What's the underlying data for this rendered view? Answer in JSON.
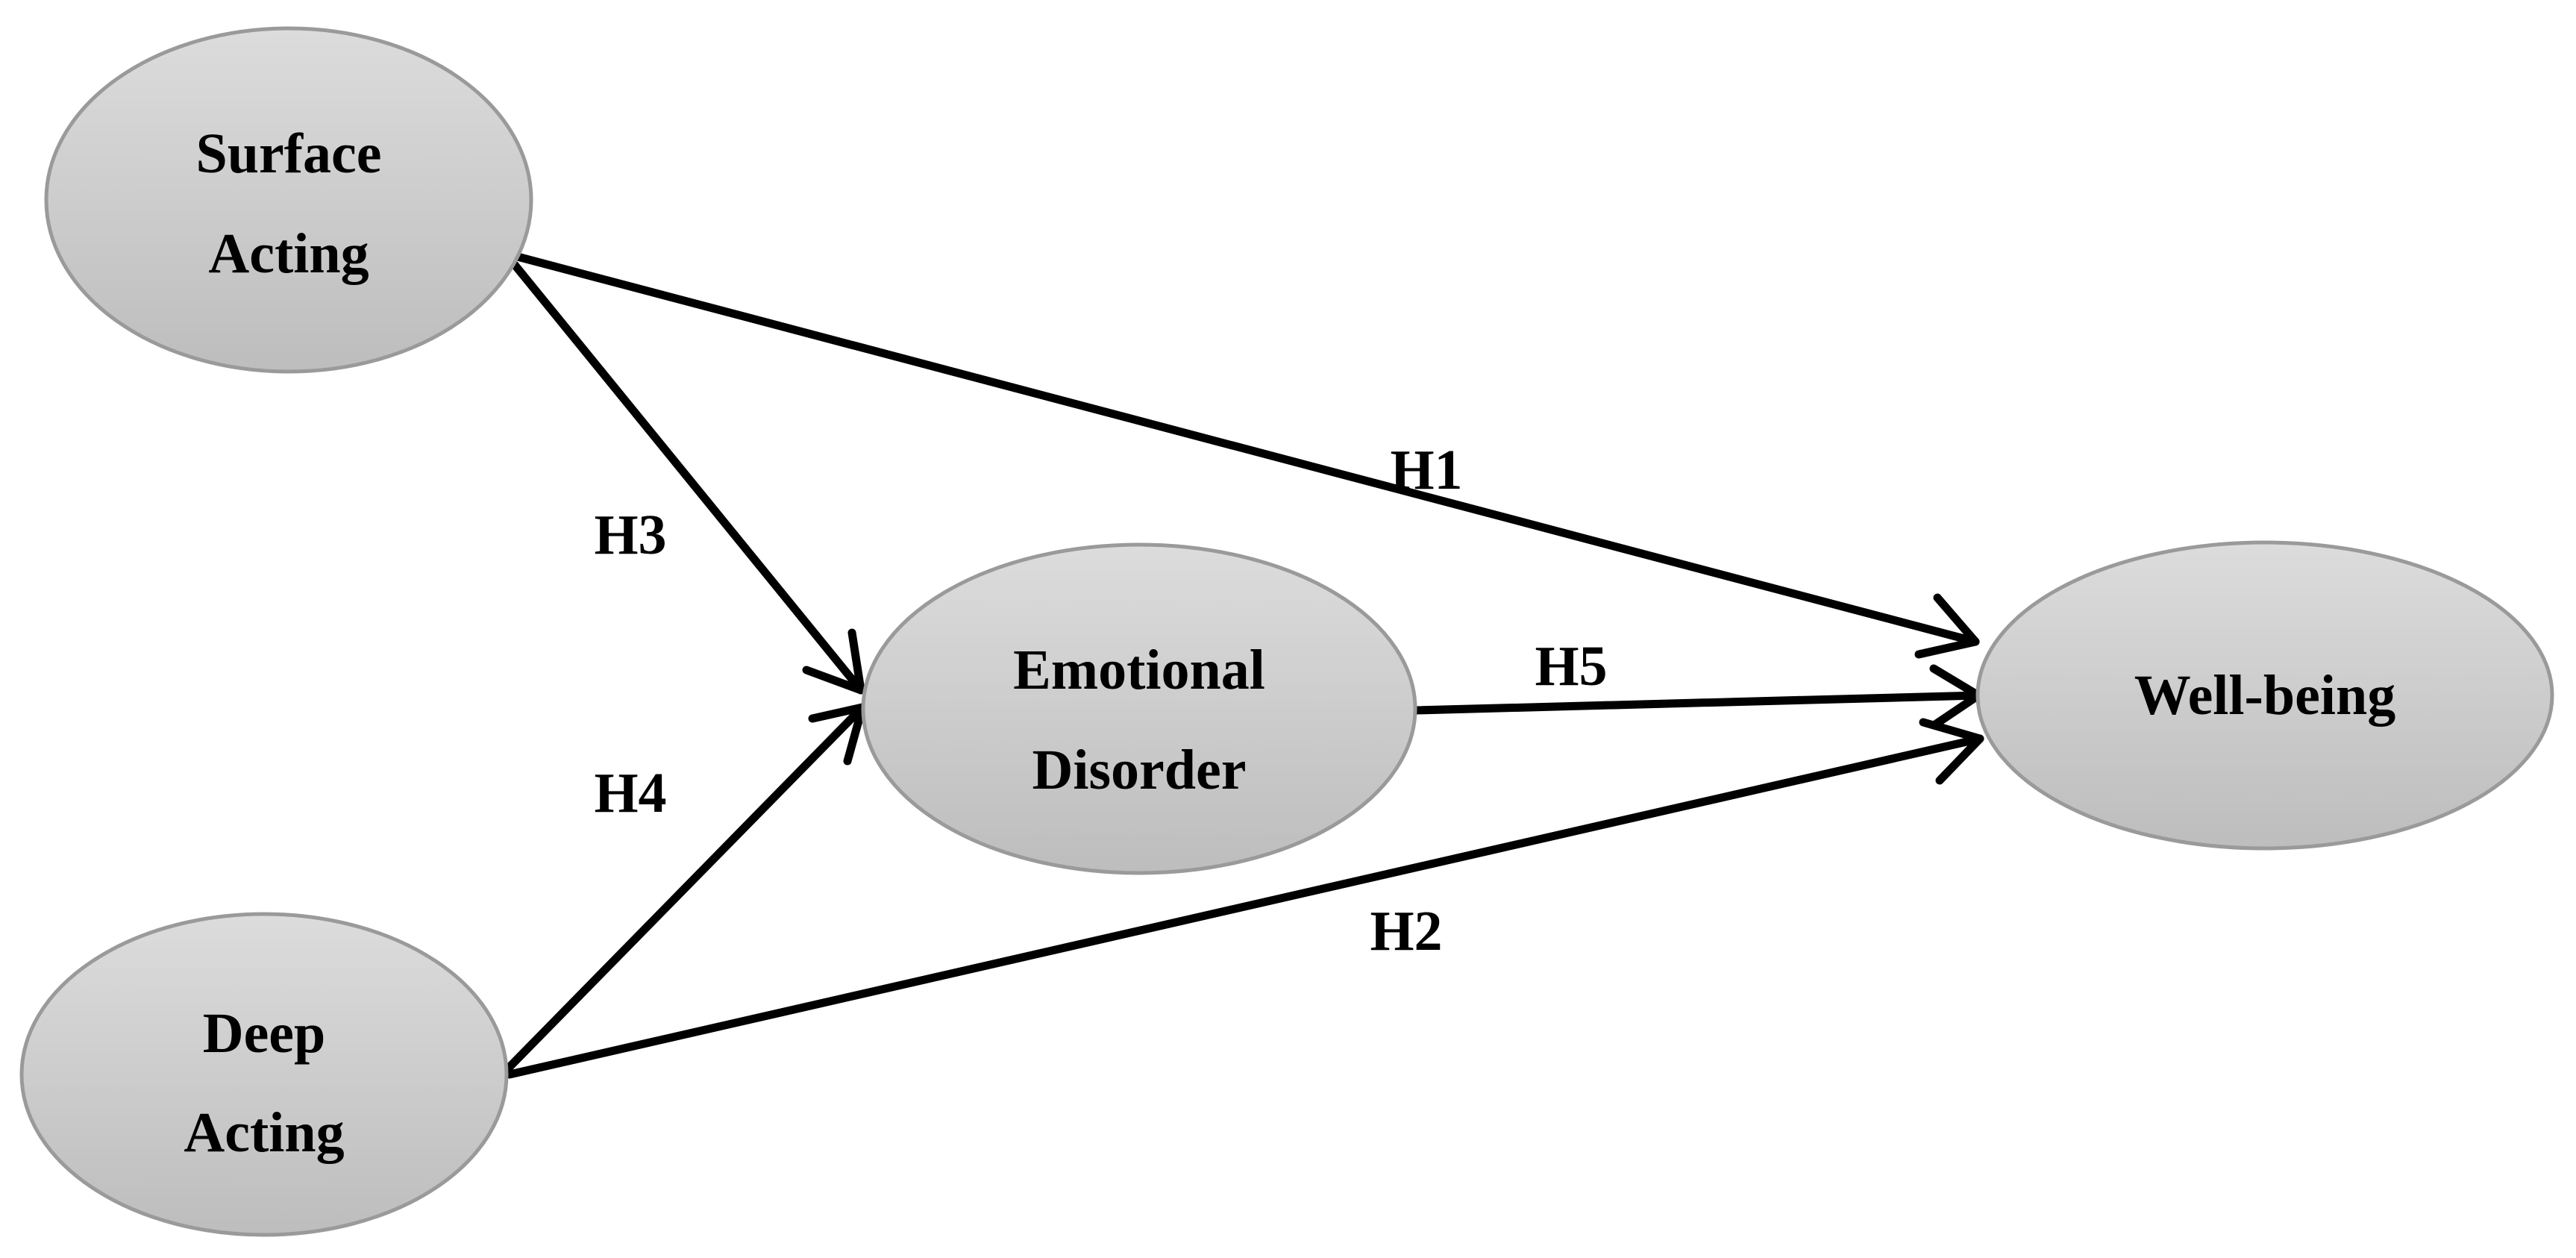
{
  "nodes": {
    "surface_acting": {
      "line1": "Surface",
      "line2": "Acting"
    },
    "deep_acting": {
      "line1": "Deep",
      "line2": "Acting"
    },
    "emotional_disorder": {
      "line1": "Emotional",
      "line2": "Disorder"
    },
    "well_being": {
      "label": "Well-being"
    }
  },
  "edges": {
    "h1": {
      "label": "H1",
      "from": "Surface Acting",
      "to": "Well-being"
    },
    "h2": {
      "label": "H2",
      "from": "Deep Acting",
      "to": "Well-being"
    },
    "h3": {
      "label": "H3",
      "from": "Surface Acting",
      "to": "Emotional Disorder"
    },
    "h4": {
      "label": "H4",
      "from": "Deep Acting",
      "to": "Emotional Disorder"
    },
    "h5": {
      "label": "H5",
      "from": "Emotional Disorder",
      "to": "Well-being"
    }
  }
}
